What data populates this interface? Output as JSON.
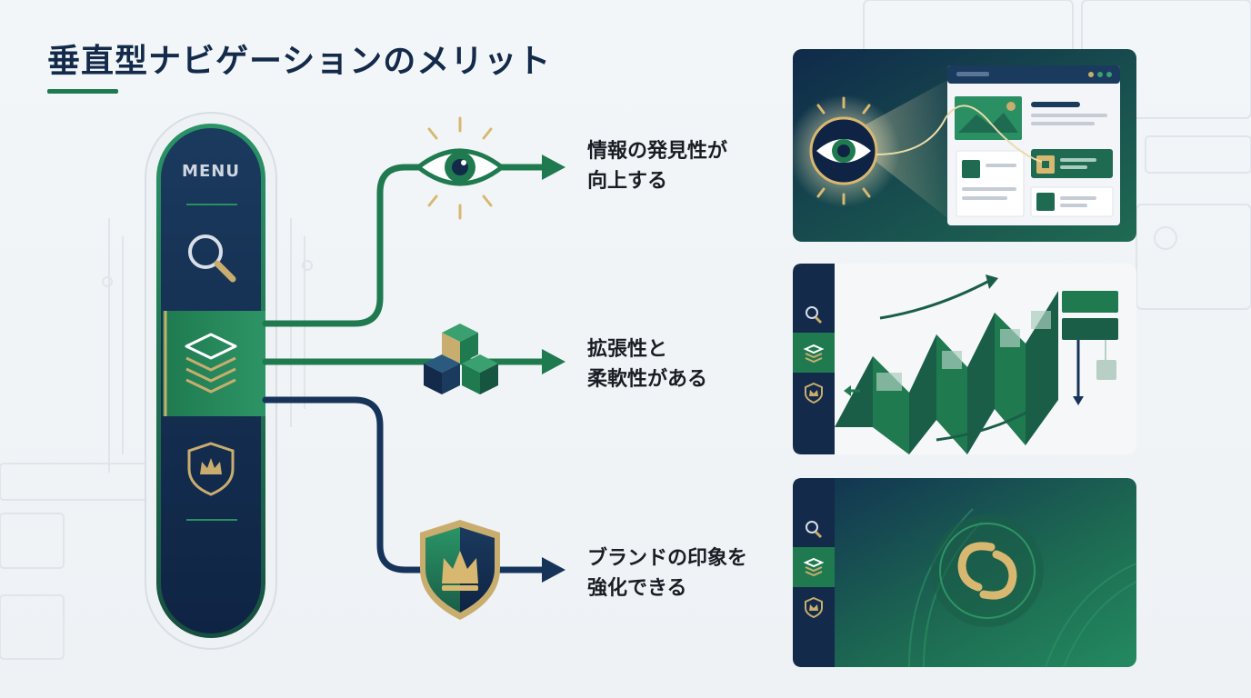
{
  "title": "垂直型ナビゲーションのメリット",
  "menu": {
    "label": "MENU"
  },
  "benefits": [
    {
      "line1": "情報の発見性が",
      "line2": "向上する"
    },
    {
      "line1": "拡張性と",
      "line2": "柔軟性がある"
    },
    {
      "line1": "ブランドの印象を",
      "line2": "強化できる"
    }
  ],
  "colors": {
    "navy": "#132a4a",
    "green": "#1f7a50",
    "gold": "#c9ad6e",
    "accent_green": "#2a8f63"
  },
  "icons": [
    "search-icon",
    "layers-icon",
    "crown-shield-icon",
    "eye-icon",
    "cubes-icon",
    "shield-crown-icon",
    "brand-logo-icon"
  ]
}
